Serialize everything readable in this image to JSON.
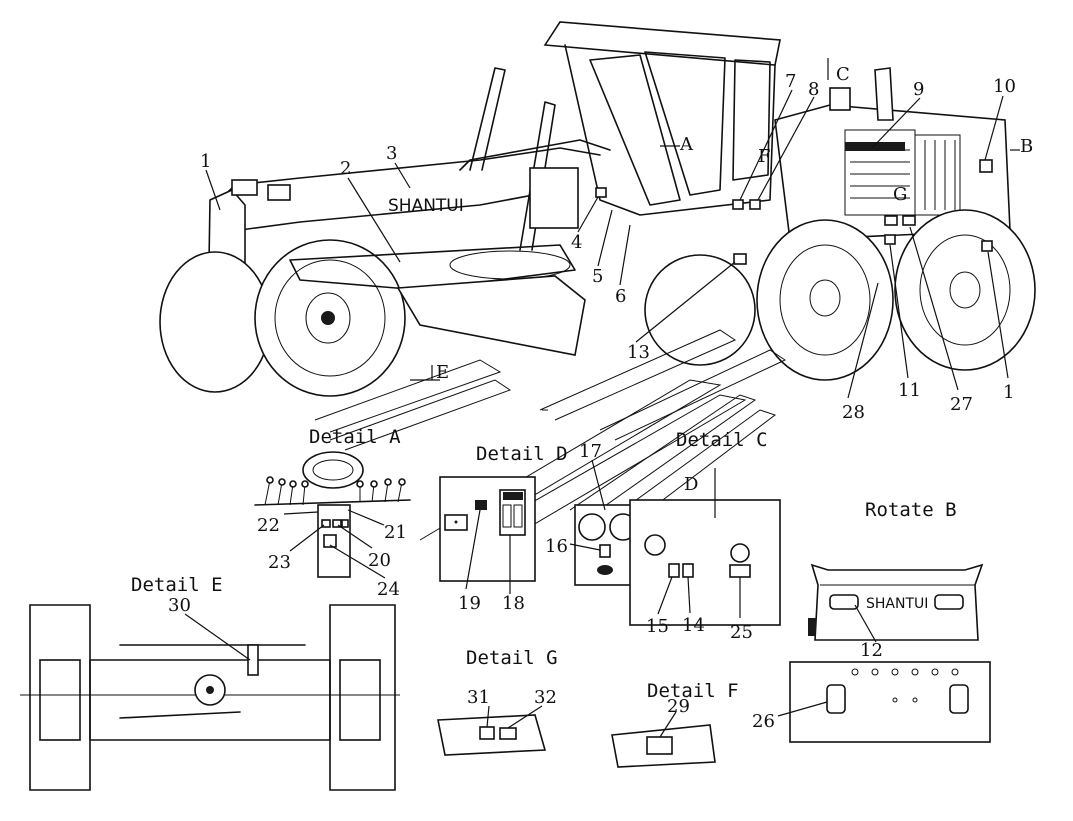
{
  "titles": {
    "detail_a": "Detail A",
    "detail_d": "Detail D",
    "detail_c": "Detail C",
    "rotate_b": "Rotate B",
    "detail_e": "Detail E",
    "detail_g": "Detail G",
    "detail_f": "Detail F"
  },
  "view_letters": {
    "a": "A",
    "b": "B",
    "c": "C",
    "d": "D",
    "e": "E",
    "f": "F",
    "g": "G"
  },
  "brand": {
    "main": "SHANTUI",
    "rear": "SHANTUI"
  },
  "callouts": {
    "c1_left": "1",
    "c1_right": "1",
    "c2": "2",
    "c3": "3",
    "c4": "4",
    "c5": "5",
    "c6": "6",
    "c7": "7",
    "c8": "8",
    "c9": "9",
    "c10": "10",
    "c11": "11",
    "c12": "12",
    "c13": "13",
    "c14": "14",
    "c15": "15",
    "c16": "16",
    "c17": "17",
    "c18": "18",
    "c19": "19",
    "c20": "20",
    "c21": "21",
    "c22": "22",
    "c23": "23",
    "c24": "24",
    "c25": "25",
    "c26": "26",
    "c27": "27",
    "c28": "28",
    "c29": "29",
    "c30": "30",
    "c31": "31",
    "c32": "32"
  }
}
